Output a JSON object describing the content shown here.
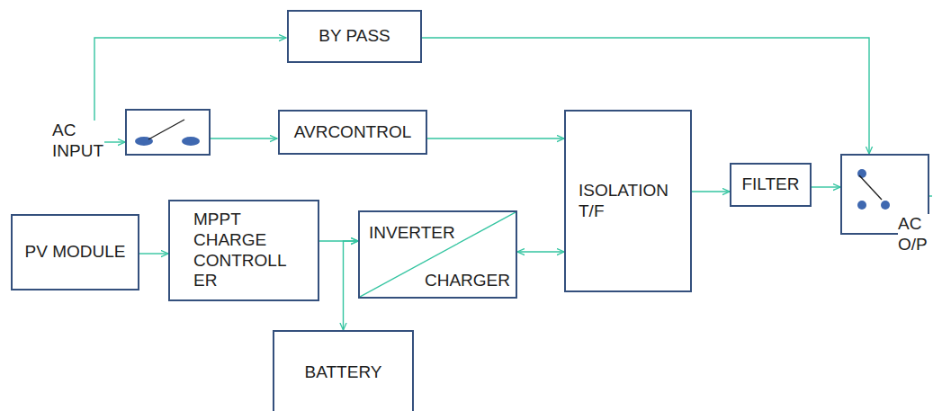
{
  "diagram": {
    "nodes": [
      {
        "text": [
          "BY PASS"
        ]
      },
      {
        "text": [
          "AVRCONTROL"
        ]
      },
      {
        "text": [
          "PV MODULE"
        ]
      },
      {
        "text": [
          "MPPT CHARGE CONTROLL ER"
        ]
      },
      {
        "text": [
          "INVERTER",
          "CHARGER"
        ]
      },
      {
        "text": [
          "ISOLATION T/F"
        ]
      },
      {
        "text": [
          "FILTER"
        ]
      },
      {
        "text": [
          "BATTERY"
        ]
      }
    ],
    "edges": [
      {
        "from": 2,
        "to": 3,
        "arrow": "to"
      },
      {
        "from": 3,
        "to": 4,
        "arrow": "to"
      },
      {
        "from": 7,
        "to": 4,
        "arrow": "both"
      },
      {
        "from": 1,
        "to": 5,
        "arrow": "to"
      },
      {
        "from": 4,
        "to": 5,
        "arrow": "both"
      },
      {
        "from": 5,
        "to": 6,
        "arrow": "to"
      }
    ],
    "labels": [
      "AC INPUT",
      "AC O/P"
    ]
  }
}
